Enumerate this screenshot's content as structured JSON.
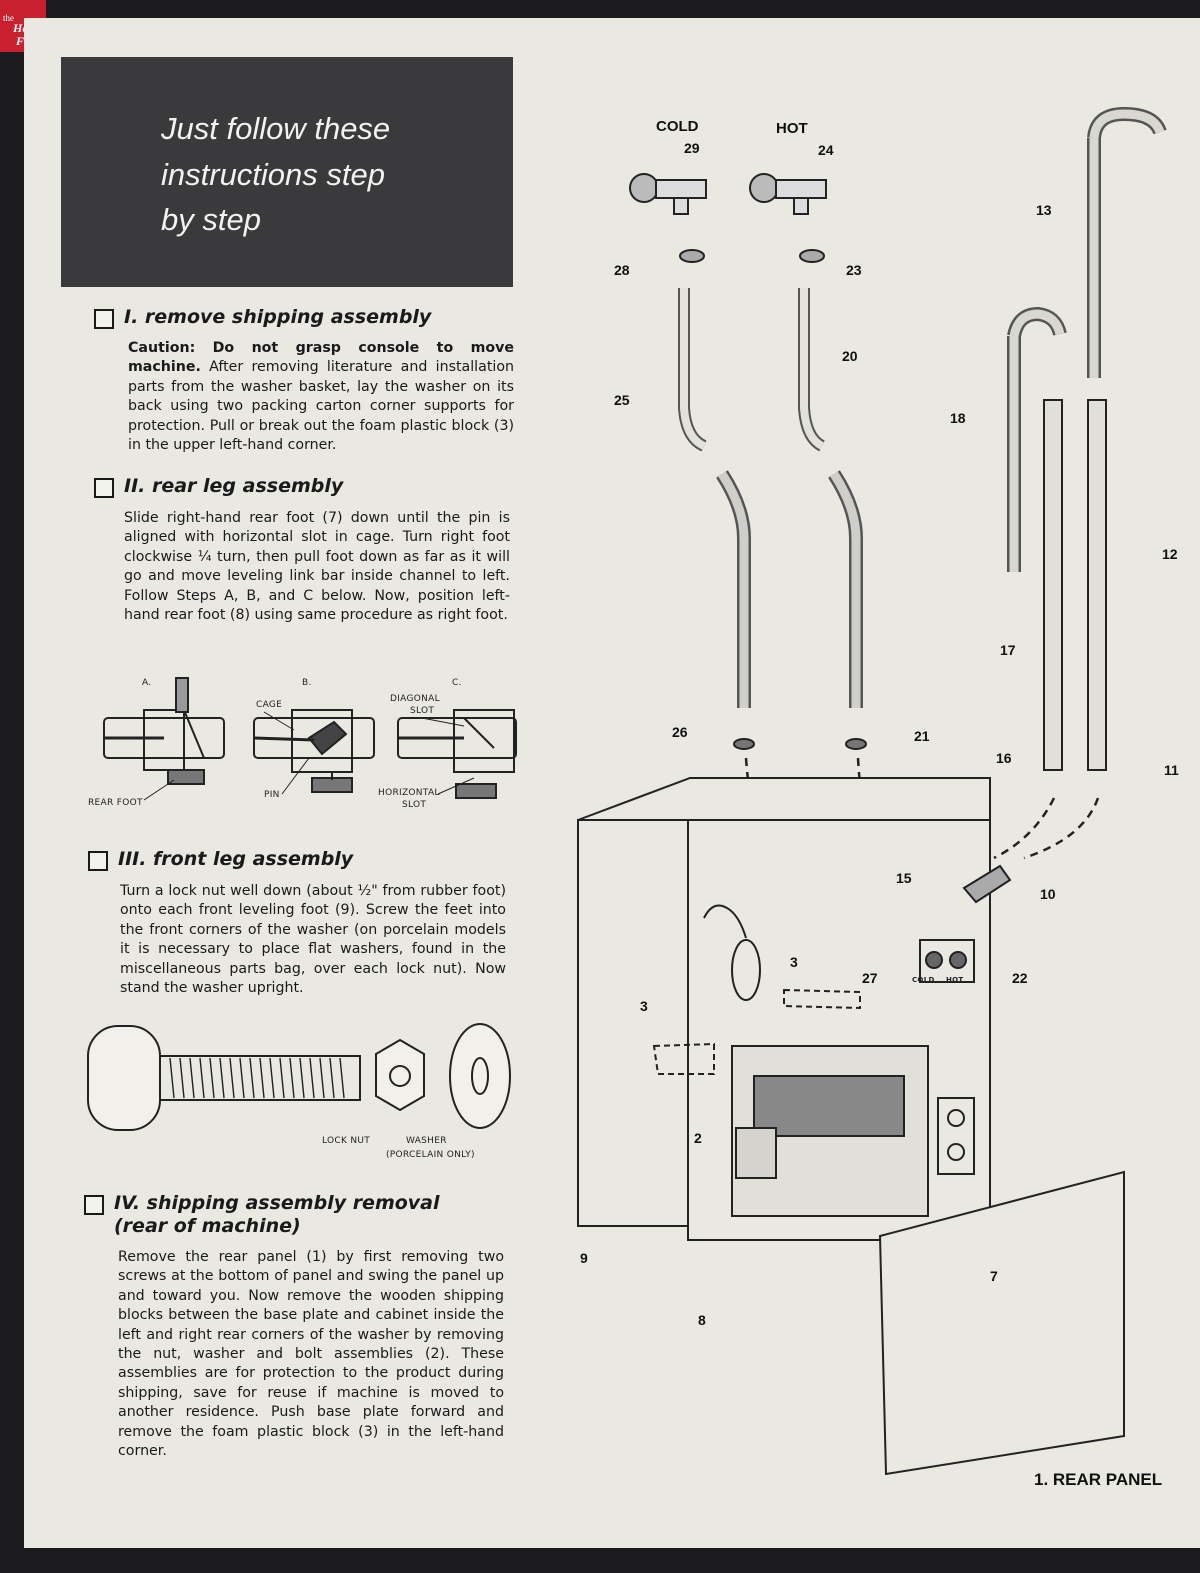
{
  "logo": {
    "the": "the",
    "henry": "Henry",
    "ford": "Ford"
  },
  "banner": {
    "lines": [
      "Just follow these",
      "instructions step",
      "by step"
    ]
  },
  "steps": [
    {
      "title": "I. remove shipping assembly",
      "caution_lead": "Caution: Do not grasp console to move machine.",
      "body": "After removing literature and installation parts from the washer basket, lay the washer on its back using two packing carton corner supports for protection. Pull or break out the foam plastic block (3) in the upper left-hand corner."
    },
    {
      "title": "II. rear leg assembly",
      "body": "Slide right-hand rear foot (7) down until the pin is aligned with horizontal slot in cage. Turn right foot clockwise ¼ turn, then pull foot down as far as it will go and move leveling link bar inside channel to left. Follow Steps A, B, and C below. Now, position left-hand rear foot (8) using same procedure as right foot."
    },
    {
      "title": "III. front leg assembly",
      "body": "Turn a lock nut well down (about ½\" from rubber foot) onto each front leveling foot (9). Screw the feet into the front corners of the washer (on porcelain models it is necessary to place flat washers, found in the miscellaneous parts bag, over each lock nut). Now stand the washer upright."
    },
    {
      "title": "IV. shipping assembly removal",
      "title2": "(rear of machine)",
      "body": "Remove the rear panel (1) by first removing two screws at the bottom of panel and swing the panel up and toward you. Now remove the wooden shipping blocks between the base plate and cabinet inside the left and right rear corners of the washer by removing the nut, washer and bolt assemblies (2). These assemblies are for protection to the product during shipping, save for reuse if machine is moved to another residence. Push base plate forward and remove the foam plastic block (3) in the left-hand corner."
    }
  ],
  "leg_diagram": {
    "step_a": "A.",
    "step_b": "B.",
    "step_c": "C.",
    "cage": "CAGE",
    "diagonal": "DIAGONAL",
    "slot": "SLOT",
    "pin": "PIN",
    "horizontal": "HORIZONTAL",
    "horizontal_slot": "SLOT",
    "rear_foot": "REAR FOOT"
  },
  "foot_diagram": {
    "lock_nut": "LOCK NUT",
    "washer": "WASHER",
    "porcelain_only": "(PORCELAIN ONLY)"
  },
  "exploded_view": {
    "cold": "COLD",
    "hot": "HOT",
    "callouts": [
      "29",
      "24",
      "28",
      "23",
      "20",
      "25",
      "26",
      "21",
      "13",
      "18",
      "12",
      "17",
      "16",
      "11",
      "15",
      "10",
      "27",
      "22",
      "3",
      "3",
      "2",
      "9",
      "8",
      "7"
    ],
    "small_labels": {
      "cold": "COLD",
      "hot": "HOT"
    },
    "rear_panel": "1. REAR PANEL"
  }
}
